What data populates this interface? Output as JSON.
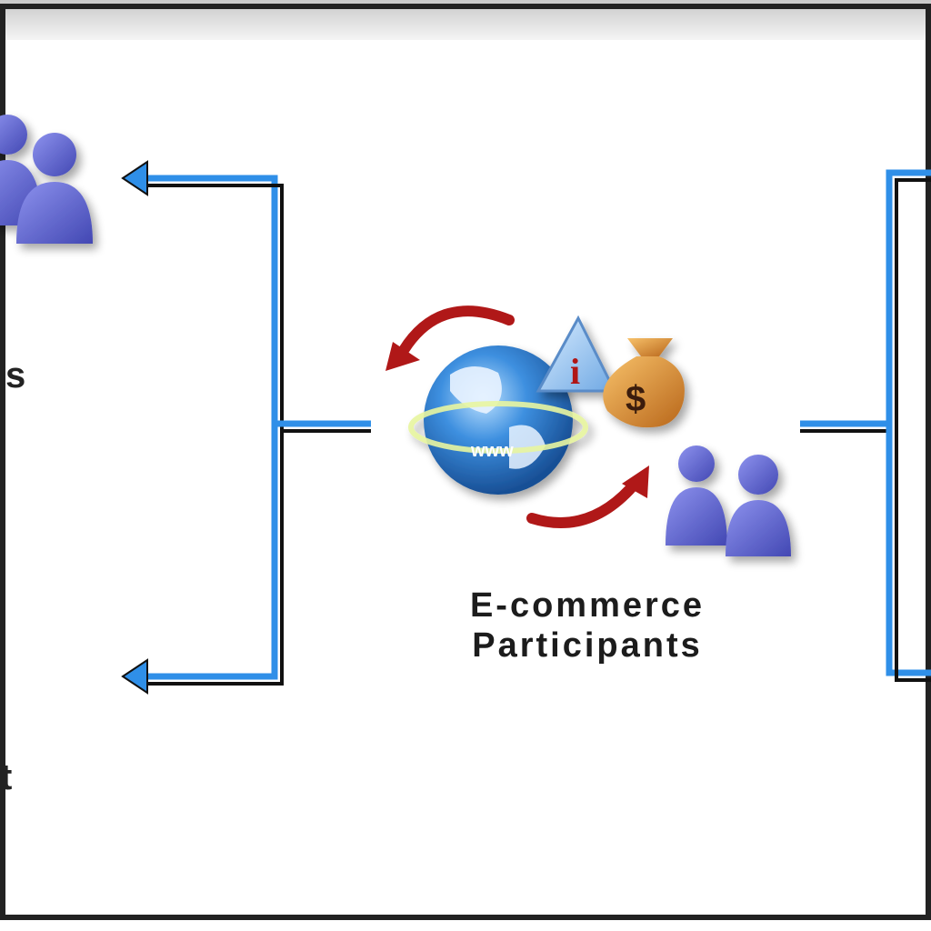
{
  "center": {
    "label_line1": "E-commerce",
    "label_line2": "Participants",
    "info_symbol": "i",
    "money_symbol": "$",
    "globe_text": "www"
  },
  "left_branch": {
    "top_label_fragment": "s",
    "bottom_label_fragment": "t"
  },
  "colors": {
    "connector_blue": "#2f8fe8",
    "connector_black": "#111111",
    "people_purple": "#5a5fc8",
    "globe_blue": "#2f7fd0",
    "arrow_red": "#b01818",
    "bag_orange": "#d78a2a",
    "frame": "#222222"
  },
  "icons": [
    "people-group-icon",
    "globe-icon",
    "info-triangle-icon",
    "money-bag-icon",
    "cycle-arrow-icon"
  ]
}
